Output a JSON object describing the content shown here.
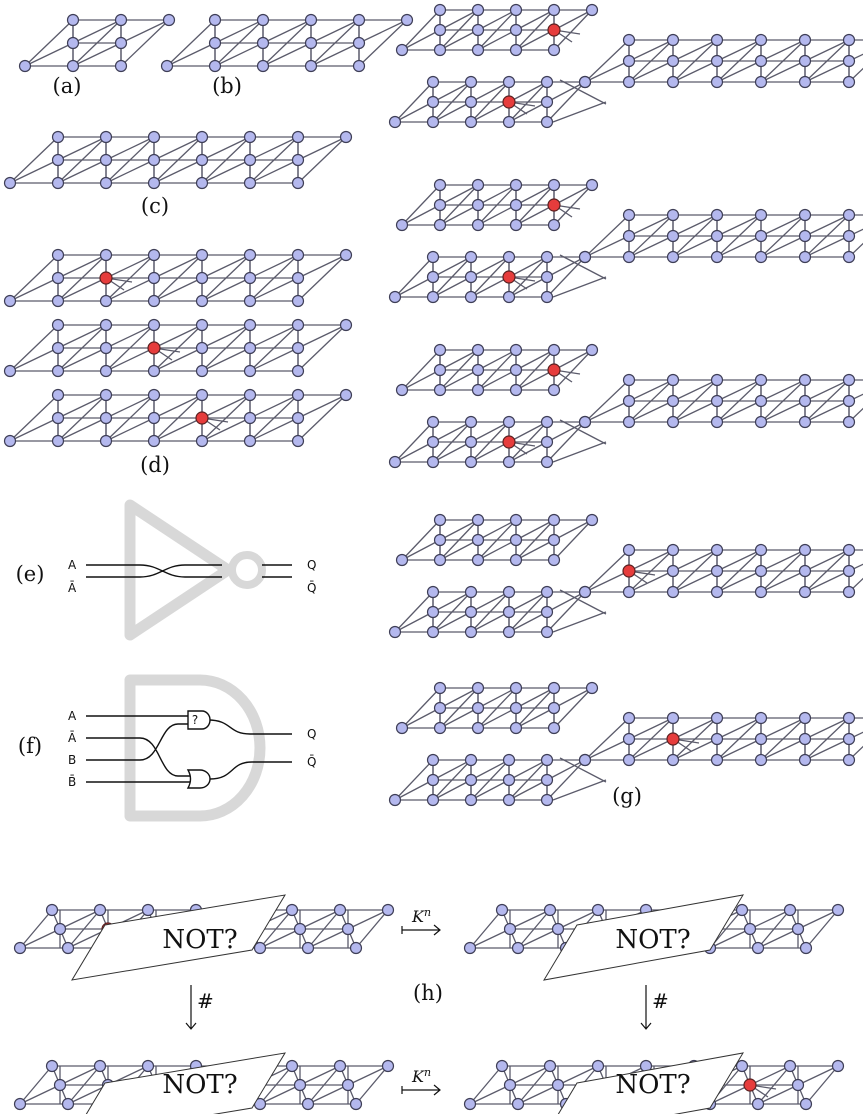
{
  "colors": {
    "node": "#b4b8ee",
    "node_stroke": "#3e3e56",
    "highlight": "#e63c3c",
    "edge": "#5b5b6b",
    "gate": "#d8d8d8"
  },
  "labels": {
    "a": "(a)",
    "b": "(b)",
    "c": "(c)",
    "d": "(d)",
    "e": "(e)",
    "f": "(f)",
    "g": "(g)",
    "h": "(h)"
  },
  "not_gate": {
    "in_a": "A",
    "in_a_bar": "Ā",
    "out_q": "Q",
    "out_q_bar": "Q̄"
  },
  "and_gate": {
    "in_a": "A",
    "in_a_bar": "Ā",
    "in_b": "B",
    "in_b_bar": "B̄",
    "out_q": "Q",
    "out_q_bar": "Q̄",
    "sub_gate": "?"
  },
  "commuting_square": {
    "box_label": "NOT?",
    "arrow_top": "K",
    "arrow_bottom": "K",
    "arrow_exponent": "n",
    "vertical_label": "#"
  }
}
